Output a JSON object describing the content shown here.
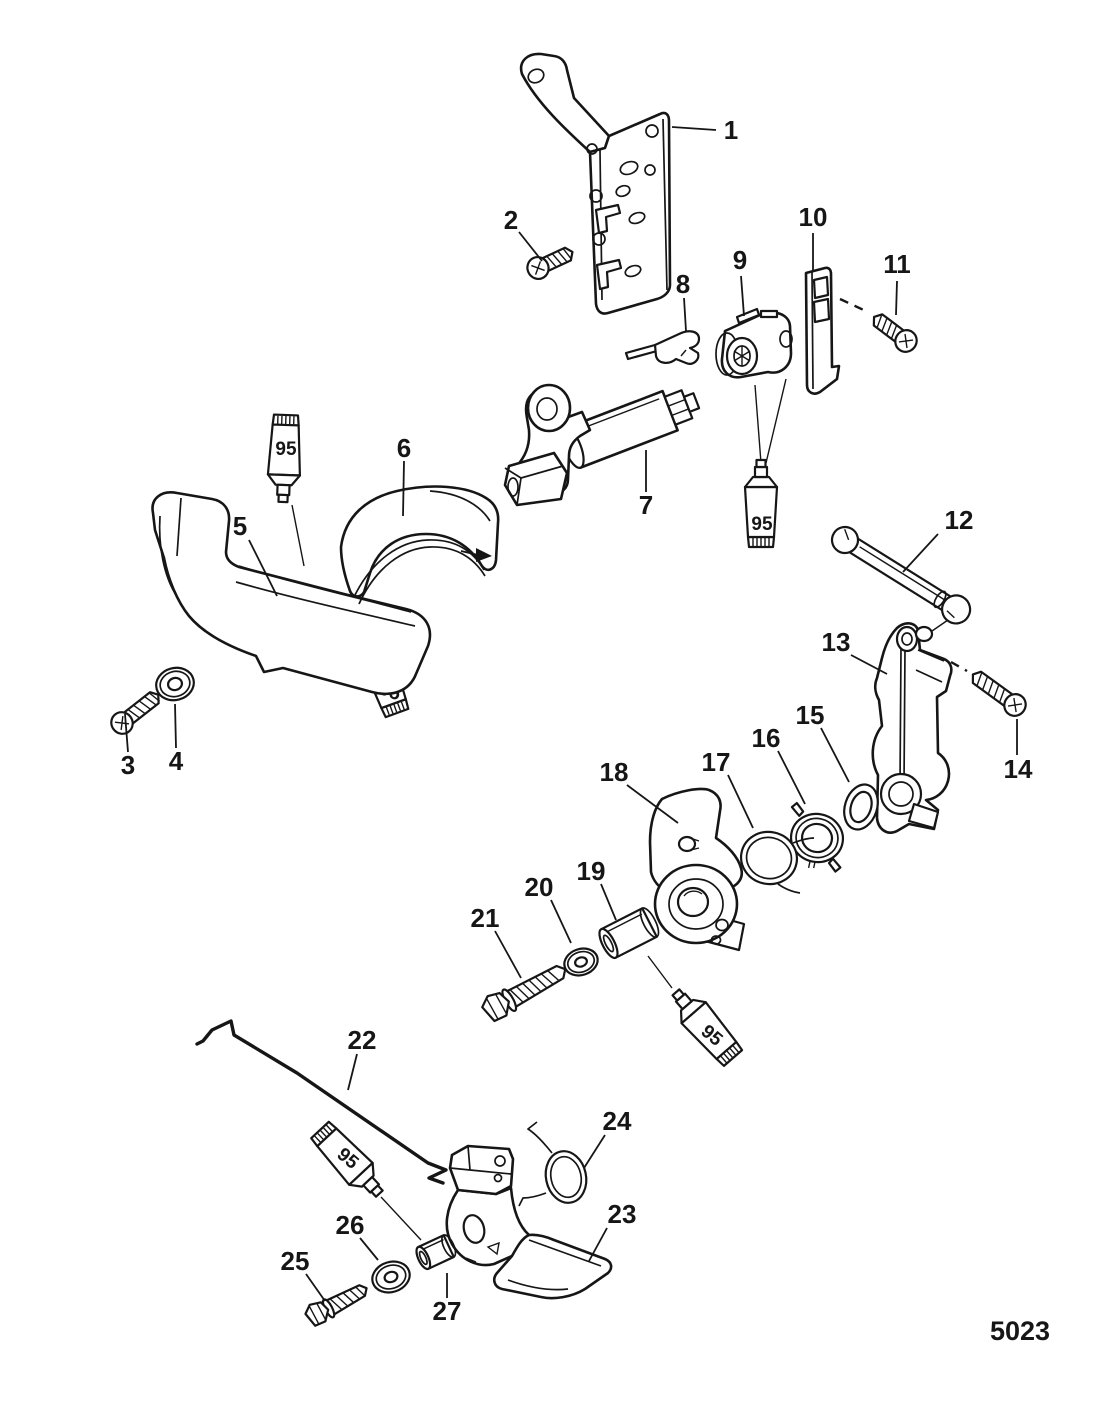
{
  "diagram": {
    "drawing_number": "5023",
    "callouts": [
      {
        "label": "1"
      },
      {
        "label": "2"
      },
      {
        "label": "3"
      },
      {
        "label": "4"
      },
      {
        "label": "5"
      },
      {
        "label": "6"
      },
      {
        "label": "7"
      },
      {
        "label": "8"
      },
      {
        "label": "9"
      },
      {
        "label": "10"
      },
      {
        "label": "11"
      },
      {
        "label": "12"
      },
      {
        "label": "13"
      },
      {
        "label": "14"
      },
      {
        "label": "15"
      },
      {
        "label": "16"
      },
      {
        "label": "17"
      },
      {
        "label": "18"
      },
      {
        "label": "19"
      },
      {
        "label": "20"
      },
      {
        "label": "21"
      },
      {
        "label": "22"
      },
      {
        "label": "23"
      },
      {
        "label": "24"
      },
      {
        "label": "25"
      },
      {
        "label": "26"
      },
      {
        "label": "27"
      }
    ],
    "lubricant_tubes": [
      {
        "label": "95"
      },
      {
        "label": "95"
      },
      {
        "label": "95"
      },
      {
        "label": "95"
      },
      {
        "label": "95"
      }
    ]
  }
}
